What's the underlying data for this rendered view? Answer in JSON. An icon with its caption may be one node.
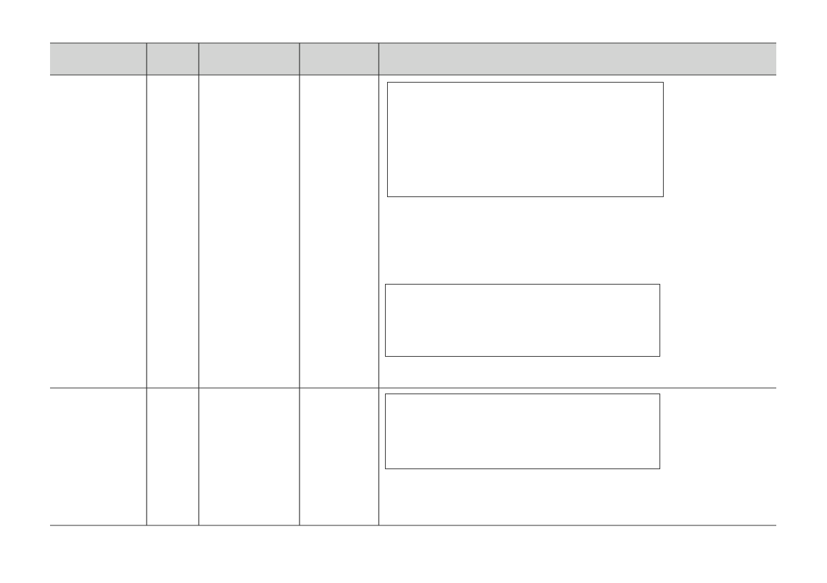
{
  "diagram": {
    "nodes": [
      {
        "text": [],
        "shape": "box"
      },
      {
        "text": [],
        "shape": "box"
      },
      {
        "text": [],
        "shape": "box"
      }
    ]
  }
}
